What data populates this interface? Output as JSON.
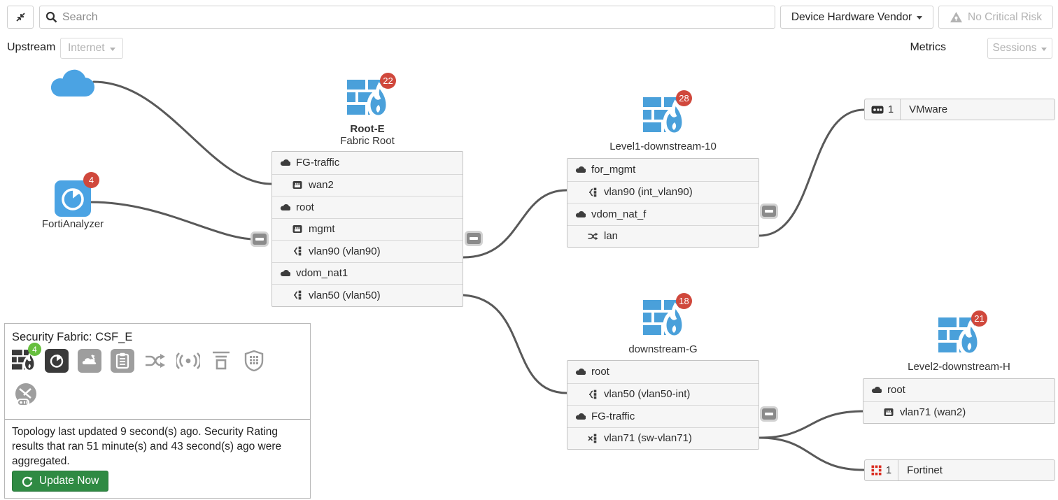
{
  "topbar": {
    "search_placeholder": "Search",
    "vendor_dropdown_label": "Device Hardware Vendor",
    "risk_label": "No Critical Risk"
  },
  "controls": {
    "upstream_label": "Upstream",
    "upstream_value": "Internet",
    "metrics_label": "Metrics",
    "metrics_value": "Sessions"
  },
  "topology": {
    "fortianalyzer": {
      "label": "FortiAnalyzer",
      "badge": "4"
    },
    "root": {
      "title": "Root-E",
      "subtitle": "Fabric Root",
      "badge": "22",
      "rows": [
        {
          "type": "vdom",
          "label": "FG-traffic"
        },
        {
          "type": "port",
          "label": "wan2"
        },
        {
          "type": "vdom",
          "label": "root"
        },
        {
          "type": "port",
          "label": "mgmt"
        },
        {
          "type": "vlan",
          "label": "vlan90 (vlan90)"
        },
        {
          "type": "vdom",
          "label": "vdom_nat1"
        },
        {
          "type": "vlan",
          "label": "vlan50 (vlan50)"
        }
      ]
    },
    "level1": {
      "title": "Level1-downstream-10",
      "badge": "28",
      "rows": [
        {
          "type": "vdom",
          "label": "for_mgmt"
        },
        {
          "type": "vlan",
          "label": "vlan90 (int_vlan90)"
        },
        {
          "type": "vdom",
          "label": "vdom_nat_f"
        },
        {
          "type": "shuffle",
          "label": "lan"
        }
      ]
    },
    "downstream_g": {
      "title": "downstream-G",
      "badge": "18",
      "rows": [
        {
          "type": "vdom",
          "label": "root"
        },
        {
          "type": "vlan",
          "label": "vlan50 (vlan50-int)"
        },
        {
          "type": "vdom",
          "label": "FG-traffic"
        },
        {
          "type": "vlanx",
          "label": "vlan71 (sw-vlan71)"
        }
      ]
    },
    "level2": {
      "title": "Level2-downstream-H",
      "badge": "21",
      "rows": [
        {
          "type": "vdom",
          "label": "root"
        },
        {
          "type": "port",
          "label": "vlan71 (wan2)"
        }
      ]
    },
    "vmware": {
      "count": "1",
      "label": "VMware"
    },
    "fortinet": {
      "count": "1",
      "label": "Fortinet"
    }
  },
  "fabric_panel": {
    "title": "Security Fabric: CSF_E",
    "fortigate_badge": "4",
    "status_text": "Topology last updated 9 second(s) ago. Security Rating results that ran 51 minute(s) and 43 second(s) ago were aggregated.",
    "update_button_label": "Update Now"
  },
  "colors": {
    "accent_blue": "#4ba3e3",
    "badge_red": "#d0483c",
    "badge_green": "#67bf3e",
    "button_green": "#2f8a43",
    "connector_gray": "#595959",
    "fortinet_red": "#da2b1f"
  }
}
